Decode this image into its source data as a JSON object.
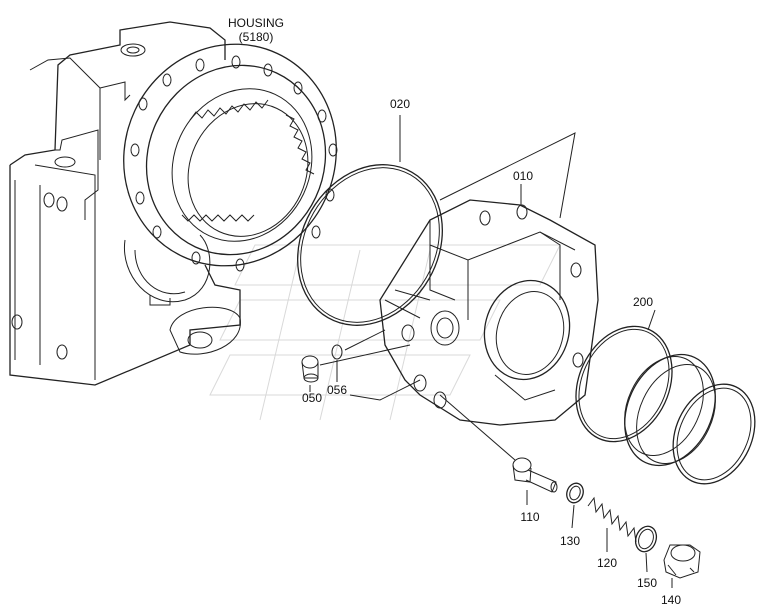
{
  "diagram": {
    "housing": {
      "title": "HOUSING",
      "ref": "(5180)"
    },
    "parts": [
      {
        "id": "010"
      },
      {
        "id": "020"
      },
      {
        "id": "050"
      },
      {
        "id": "056"
      },
      {
        "id": "110"
      },
      {
        "id": "120"
      },
      {
        "id": "130"
      },
      {
        "id": "140"
      },
      {
        "id": "150"
      },
      {
        "id": "200"
      }
    ]
  }
}
